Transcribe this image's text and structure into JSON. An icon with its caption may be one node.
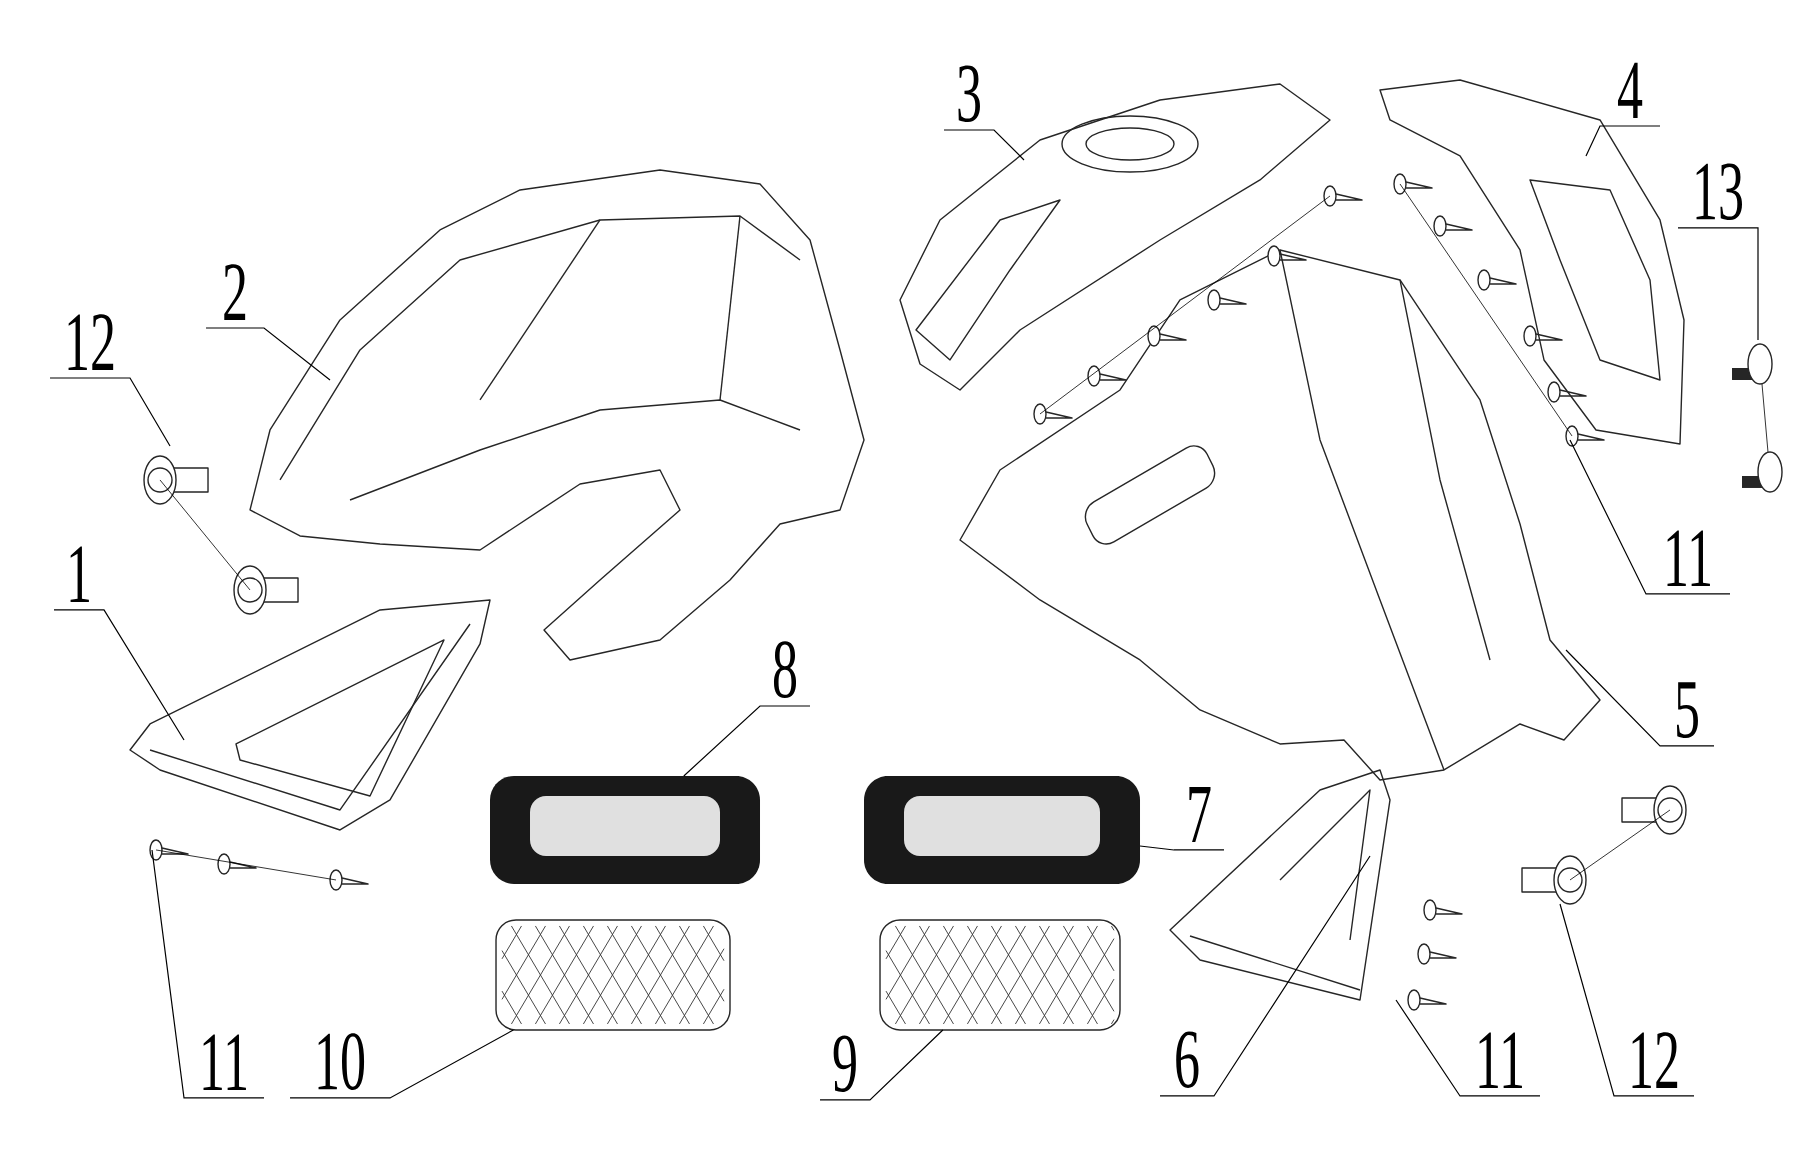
{
  "diagram": {
    "nodes": [
      {
        "text": [
          "1"
        ]
      },
      {
        "text": [
          "2"
        ]
      },
      {
        "text": [
          "3"
        ]
      },
      {
        "text": [
          "4"
        ]
      },
      {
        "text": [
          "13"
        ]
      },
      {
        "text": [
          "11"
        ]
      },
      {
        "text": [
          "5"
        ]
      },
      {
        "text": [
          "8"
        ]
      },
      {
        "text": [
          "7"
        ]
      },
      {
        "text": [
          "12"
        ]
      },
      {
        "text": [
          "11"
        ]
      },
      {
        "text": [
          "10"
        ]
      },
      {
        "text": [
          "9"
        ]
      },
      {
        "text": [
          "6"
        ]
      },
      {
        "text": [
          "11"
        ]
      },
      {
        "text": [
          "12"
        ]
      },
      {
        "text": [],
        "shape": "picture"
      },
      {
        "text": [],
        "shape": "picture"
      },
      {
        "text": [],
        "shape": "picture"
      },
      {
        "text": [],
        "shape": "picture"
      }
    ],
    "edges": [
      {
        "from": 0,
        "to": null,
        "arrow": "none"
      },
      {
        "from": 1,
        "to": null,
        "arrow": "none"
      },
      {
        "from": 2,
        "to": null,
        "arrow": "none"
      },
      {
        "from": 3,
        "to": null,
        "arrow": "none"
      },
      {
        "from": 4,
        "to": null,
        "arrow": "none"
      },
      {
        "from": 5,
        "to": null,
        "arrow": "none"
      },
      {
        "from": 6,
        "to": null,
        "arrow": "none"
      },
      {
        "from": 7,
        "to": 16,
        "arrow": "none"
      },
      {
        "from": 8,
        "to": 17,
        "arrow": "none"
      },
      {
        "from": 9,
        "to": null,
        "arrow": "none"
      },
      {
        "from": 10,
        "to": null,
        "arrow": "none"
      },
      {
        "from": 11,
        "to": 18,
        "arrow": "none"
      },
      {
        "from": 12,
        "to": 19,
        "arrow": "none"
      },
      {
        "from": 13,
        "to": null,
        "arrow": "none"
      },
      {
        "from": 14,
        "to": null,
        "arrow": "none"
      },
      {
        "from": 15,
        "to": null,
        "arrow": "none"
      }
    ]
  }
}
